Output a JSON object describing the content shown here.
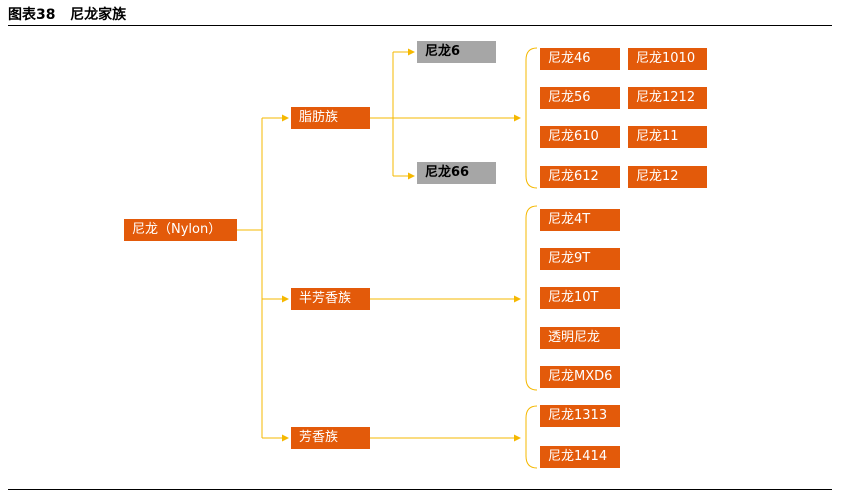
{
  "header": {
    "title": "图表38   尼龙家族"
  },
  "diagram": {
    "root": "尼龙（Nylon）",
    "groups": {
      "aliphatic": "脂肪族",
      "semi_aromatic": "半芳香族",
      "aromatic": "芳香族"
    },
    "aliphatic_subtypes": [
      "尼龙6",
      "尼龙66"
    ],
    "aliphatic_items": [
      "尼龙46",
      "尼龙1010",
      "尼龙56",
      "尼龙1212",
      "尼龙610",
      "尼龙11",
      "尼龙612",
      "尼龙12"
    ],
    "semi_aromatic_items": [
      "尼龙4T",
      "尼龙9T",
      "尼龙10T",
      "透明尼龙",
      "尼龙MXD6"
    ],
    "aromatic_items": [
      "尼龙1313",
      "尼龙1414"
    ],
    "colors": {
      "node": "#E35A0A",
      "subtype": "#A6A6A6",
      "connector": "#F5B800"
    }
  }
}
